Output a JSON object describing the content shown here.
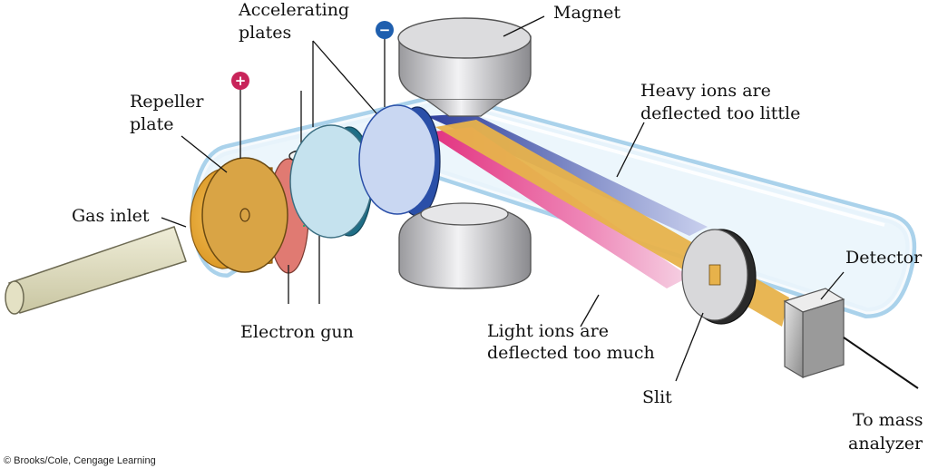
{
  "labels": {
    "accelerating_1": "Accelerating",
    "accelerating_2": "plates",
    "magnet": "Magnet",
    "repeller_1": "Repeller",
    "repeller_2": "plate",
    "heavy_1": "Heavy ions are",
    "heavy_2": "deflected too little",
    "gas_inlet": "Gas inlet",
    "detector": "Detector",
    "electron_gun": "Electron gun",
    "light_1": "Light ions are",
    "light_2": "deflected too much",
    "slit": "Slit",
    "to_mass_1": "To mass",
    "to_mass_2": "analyzer"
  },
  "terminals": {
    "positive": "+",
    "negative": "−"
  },
  "credit": "© Brooks/Cole, Cengage Learning",
  "colors": {
    "tube_glow": "#bfe0f4",
    "gas_chamber": "#e8a52a",
    "repeller": "#d9a445",
    "repeller_rim": "#e07a72",
    "plate_light": "#c5e2ee",
    "plate_blue": "#2a4fa8",
    "beam_gold": "#e7b24b",
    "beam_pink": "#e2307e",
    "beam_blue": "#2e3f9b",
    "magnet": "#c8c8cc",
    "positive": "#c8245a",
    "negative": "#1f5fae"
  }
}
